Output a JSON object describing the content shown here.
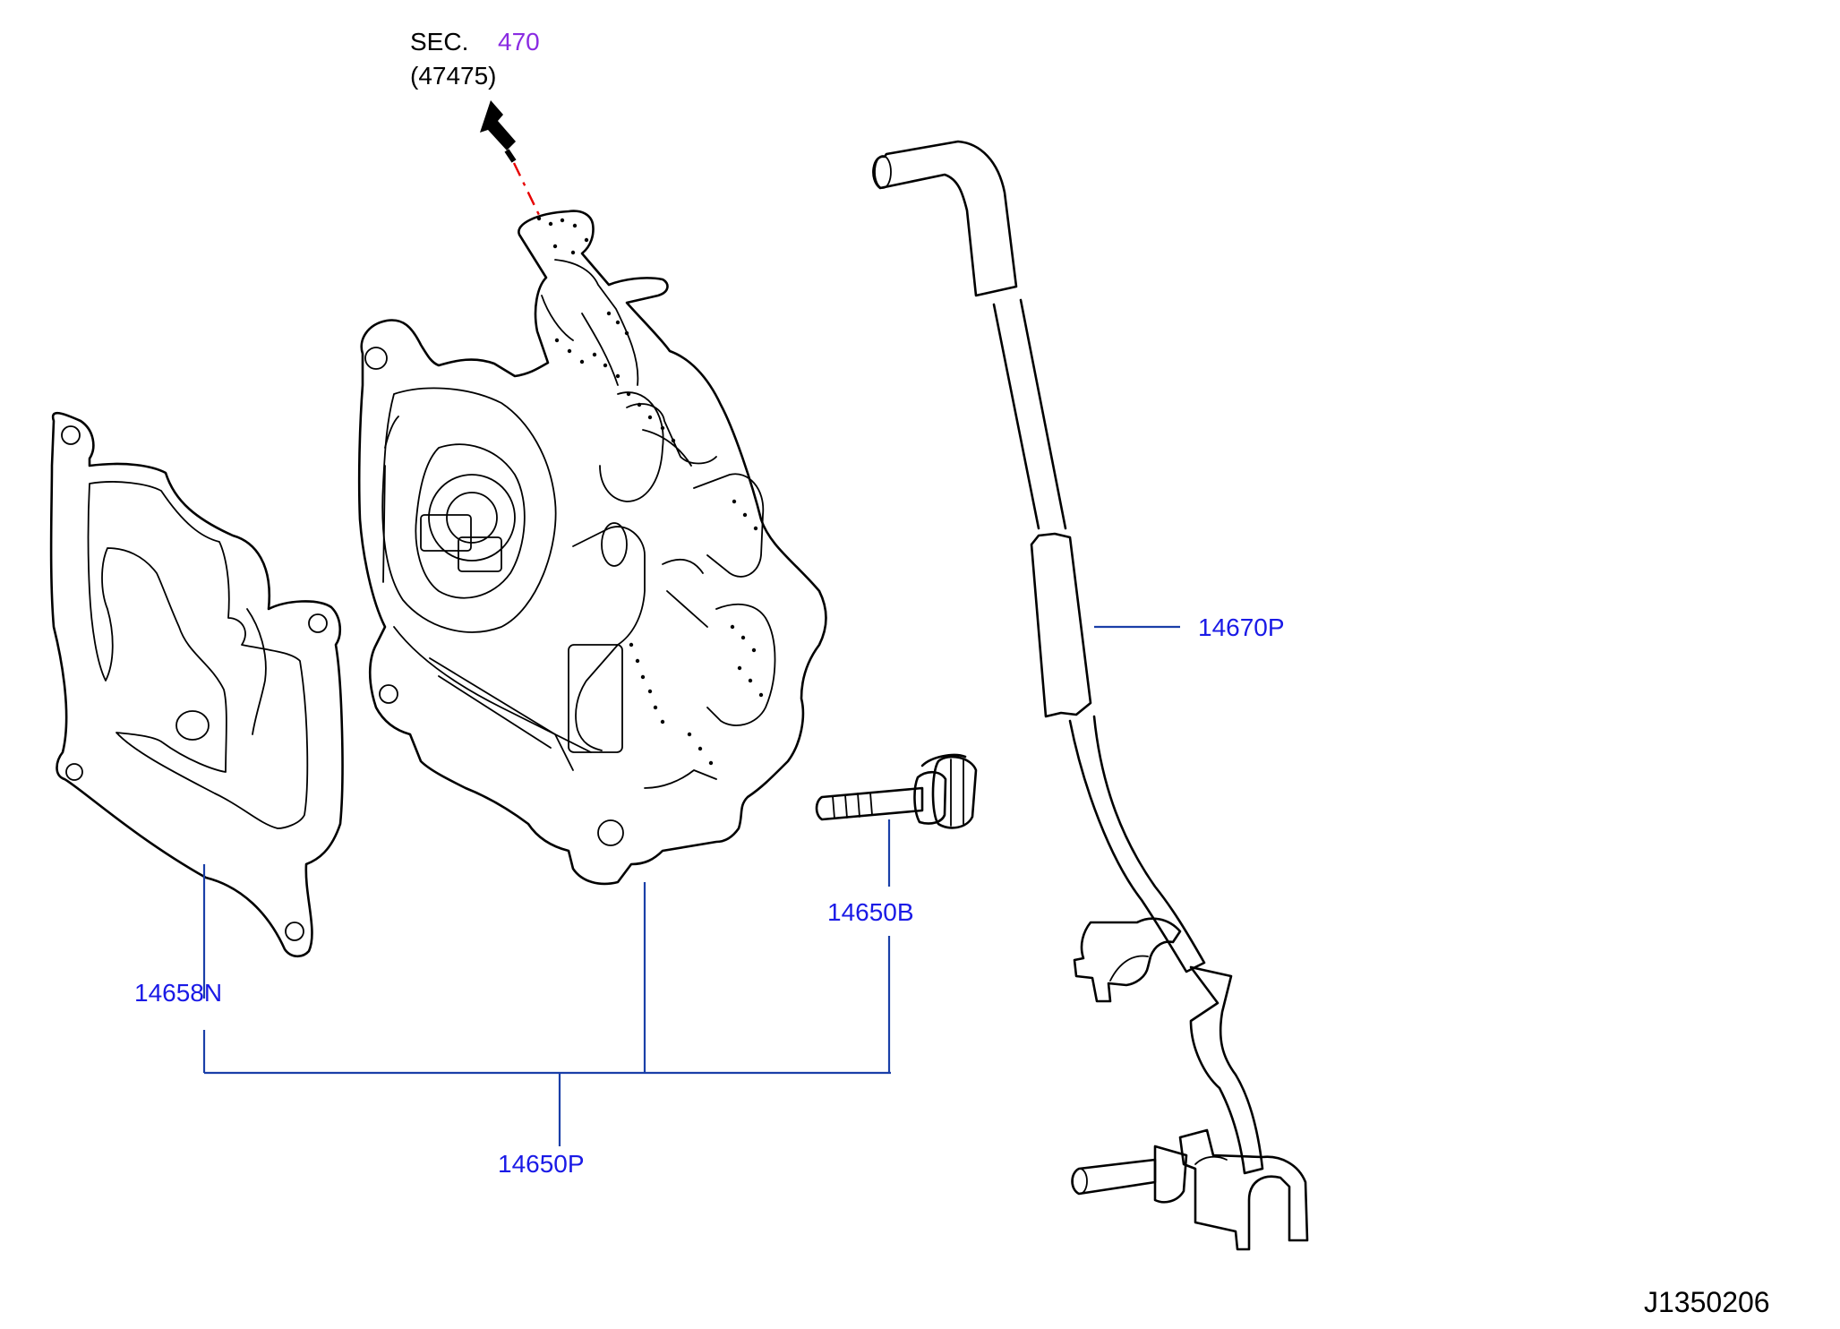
{
  "section_ref": {
    "prefix": "SEC.",
    "number": "470",
    "sub": "(47475)"
  },
  "callouts": {
    "gasket": "14658N",
    "pump_assembly": "14650P",
    "bolt": "14650B",
    "hose": "14670P"
  },
  "diagram_id": "J1350206",
  "colors": {
    "callout_text": "#1a1ae6",
    "section_number": "#8a2be2",
    "leader_line": "#1a3fa8",
    "phantom_line": "#e60000",
    "line_art": "#000000"
  }
}
